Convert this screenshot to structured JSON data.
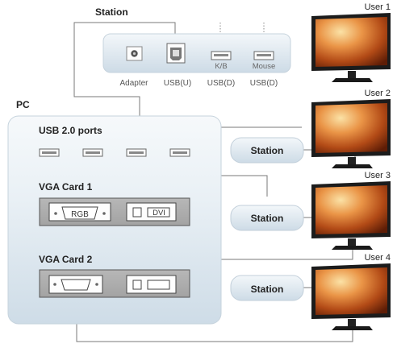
{
  "station_top": {
    "title": "Station",
    "ports": [
      {
        "top_label": "",
        "bottom_label": "Adapter",
        "icon": "power-jack-icon"
      },
      {
        "top_label": "",
        "bottom_label": "USB(U)",
        "icon": "usb-b-port-icon"
      },
      {
        "top_label": "K/B",
        "bottom_label": "USB(D)",
        "icon": "usb-a-port-icon"
      },
      {
        "top_label": "Mouse",
        "bottom_label": "USB(D)",
        "icon": "usb-a-port-icon"
      }
    ]
  },
  "pc": {
    "title": "PC",
    "usb_section": "USB 2.0 ports",
    "vga1": {
      "title": "VGA Card 1",
      "rgb_label": "RGB",
      "dvi_label": "DVI"
    },
    "vga2": {
      "title": "VGA Card 2"
    }
  },
  "stations": [
    "Station",
    "Station",
    "Station"
  ],
  "users": [
    "User 1",
    "User 2",
    "User 3",
    "User 4"
  ],
  "colors": {
    "panel_fill": "#dfe8ef",
    "panel_stroke": "#c3cfd8",
    "card_fill": "#aeaeae",
    "line": "#777777",
    "monitor_frame": "#1b1b1b"
  }
}
